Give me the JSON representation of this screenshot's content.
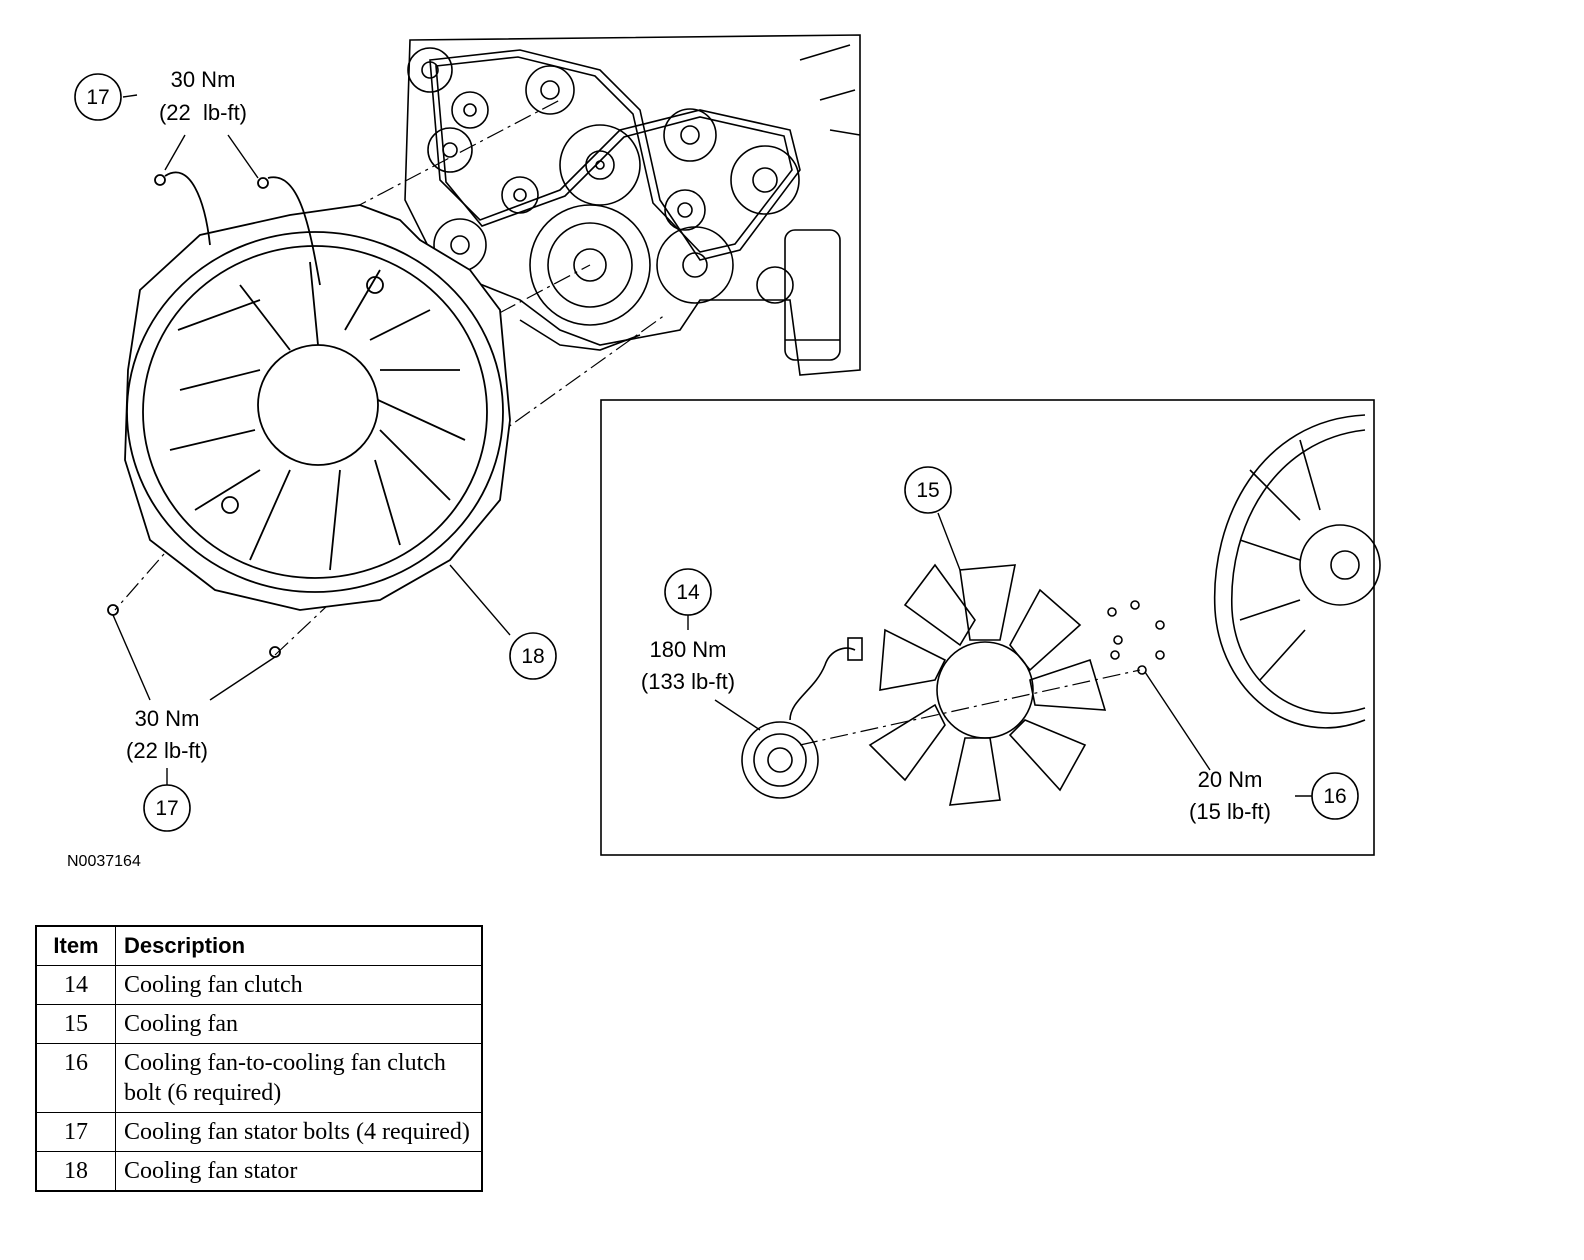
{
  "figure": {
    "id_label": "N0037164",
    "callouts": {
      "c17_top": "17",
      "c17_bottom": "17",
      "c18": "18",
      "c15": "15",
      "c14": "14",
      "c16": "16"
    },
    "torque": {
      "t17_top_nm": "30 Nm",
      "t17_top_lbft": "(22  lb-ft)",
      "t17_bottom_nm": "30 Nm",
      "t17_bottom_lbft": "(22 lb-ft)",
      "t14_nm": "180 Nm",
      "t14_lbft": "(133 lb-ft)",
      "t16_nm": "20 Nm",
      "t16_lbft": "(15 lb-ft)"
    }
  },
  "legend": {
    "header_item": "Item",
    "header_description": "Description",
    "rows": [
      {
        "item": "14",
        "description": "Cooling fan clutch"
      },
      {
        "item": "15",
        "description": "Cooling fan"
      },
      {
        "item": "16",
        "description": "Cooling fan-to-cooling fan clutch bolt (6 required)"
      },
      {
        "item": "17",
        "description": "Cooling fan stator bolts (4 required)"
      },
      {
        "item": "18",
        "description": "Cooling fan stator"
      }
    ]
  }
}
